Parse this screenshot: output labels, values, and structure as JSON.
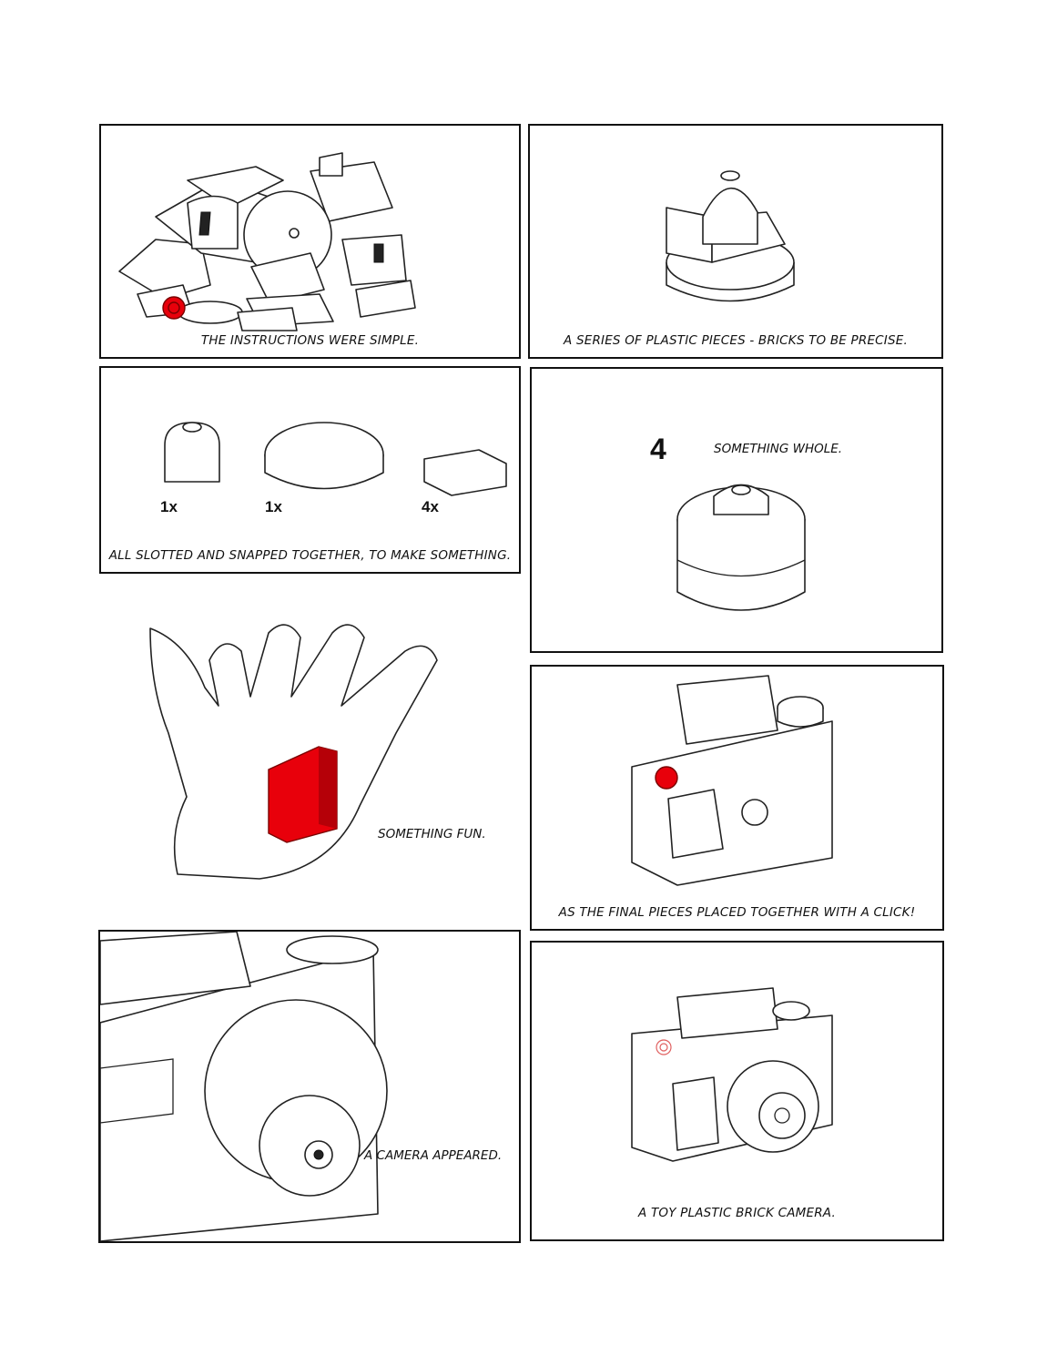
{
  "panels": {
    "p1": {
      "caption": "The instructions were simple."
    },
    "p2": {
      "caption": "A series of plastic pieces - bricks to be precise."
    },
    "p3": {
      "caption": "All slotted and snapped together, to make something.",
      "counts": [
        "1x",
        "1x",
        "4x"
      ]
    },
    "p4": {
      "step": "4",
      "caption": "Something whole."
    },
    "p5": {
      "caption": "Something fun."
    },
    "p6": {
      "caption": "As the final pieces placed together with a click!"
    },
    "p7": {
      "caption": "A camera appeared."
    },
    "p8": {
      "caption": "A toy plastic brick camera."
    }
  },
  "colors": {
    "accent": "#e8000b",
    "ink": "#111111",
    "paper": "#ffffff"
  }
}
